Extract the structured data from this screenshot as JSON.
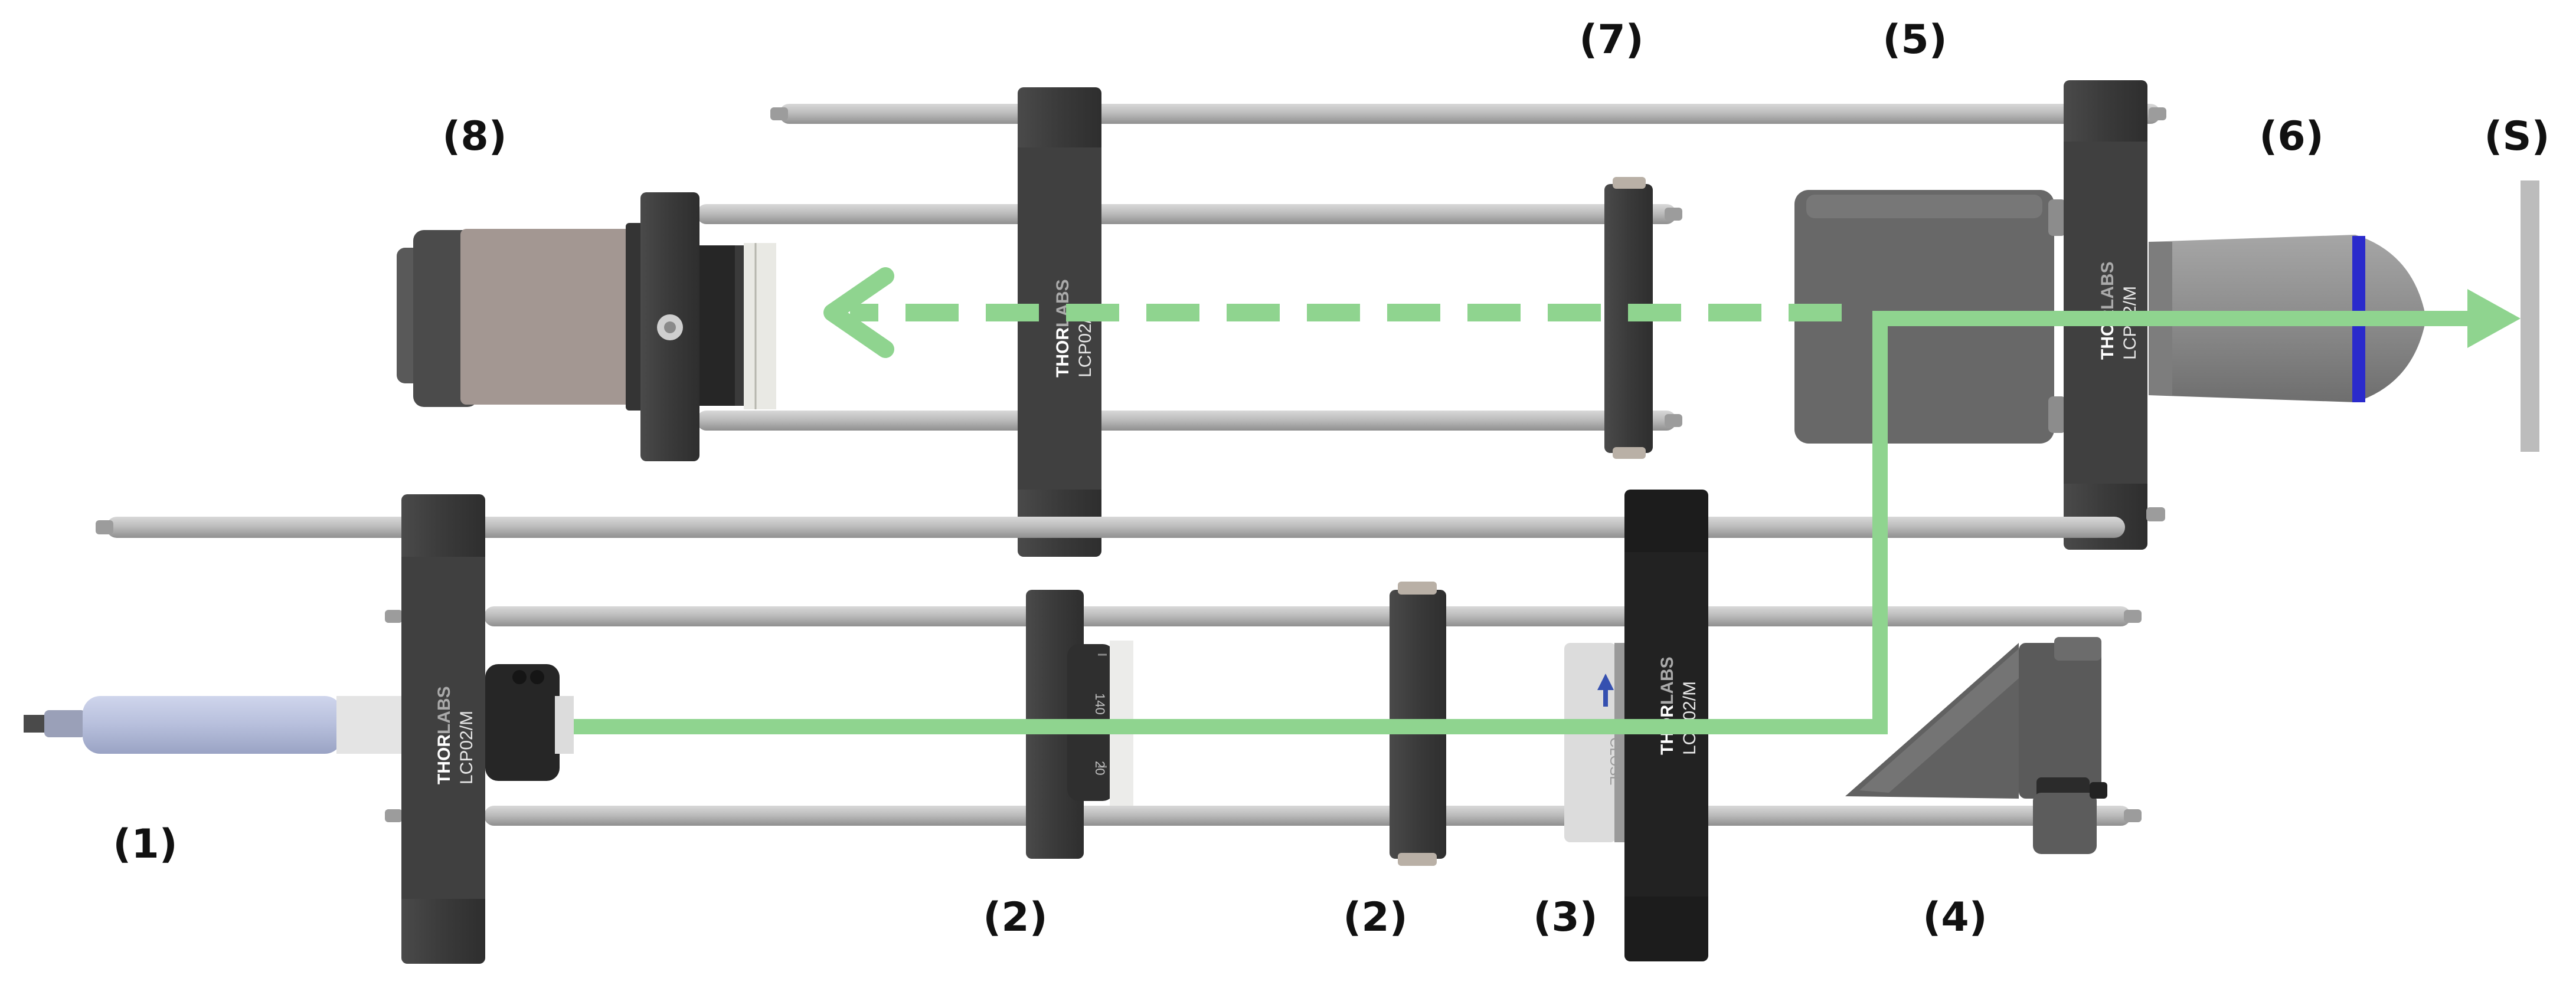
{
  "labels": {
    "l1": "(1)",
    "l2a": "(2)",
    "l2b": "(2)",
    "l3": "(3)",
    "l4": "(4)",
    "l5": "(5)",
    "l6": "(6)",
    "l7": "(7)",
    "l8": "(8)",
    "ls": "(S)"
  },
  "mounts": {
    "brand_a": "THOR",
    "brand_b": "LABS",
    "model": "LCP02/M"
  },
  "scale": {
    "t1": "140",
    "t2": "20"
  },
  "shutter_text": "CLOSE",
  "colors": {
    "beam": "#8fd48f",
    "rod": "#b9b9b9",
    "mount": "#3f3f3f",
    "mount_dark": "#1c1c1c",
    "camera": "#a39792",
    "objective_ring": "#2a2acc",
    "source": "#b7bfdc"
  }
}
